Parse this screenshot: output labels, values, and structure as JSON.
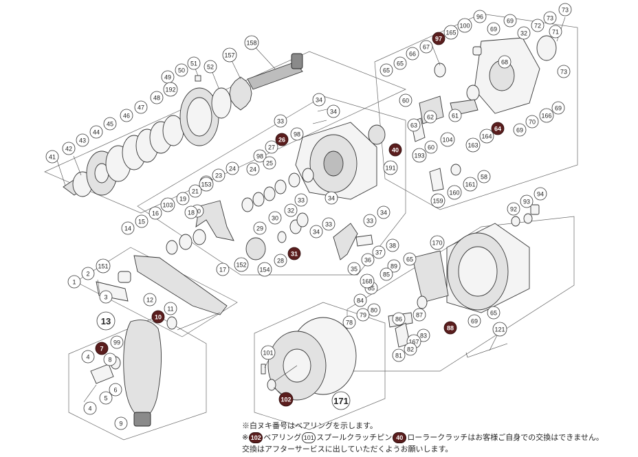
{
  "callouts": [
    {
      "id": "c158",
      "label": "158",
      "bearing": false
    },
    {
      "id": "c157",
      "label": "157",
      "bearing": false
    },
    {
      "id": "c52",
      "label": "52",
      "bearing": false
    },
    {
      "id": "c51",
      "label": "51",
      "bearing": false
    },
    {
      "id": "c50",
      "label": "50",
      "bearing": false
    },
    {
      "id": "c49",
      "label": "49",
      "bearing": false
    },
    {
      "id": "c192",
      "label": "192",
      "bearing": false
    },
    {
      "id": "c48",
      "label": "48",
      "bearing": false
    },
    {
      "id": "c47",
      "label": "47",
      "bearing": false
    },
    {
      "id": "c46",
      "label": "46",
      "bearing": false
    },
    {
      "id": "c45",
      "label": "45",
      "bearing": false
    },
    {
      "id": "c44",
      "label": "44",
      "bearing": false
    },
    {
      "id": "c43",
      "label": "43",
      "bearing": false
    },
    {
      "id": "c42",
      "label": "42",
      "bearing": false
    },
    {
      "id": "c41",
      "label": "41",
      "bearing": false
    },
    {
      "id": "c34a",
      "label": "34",
      "bearing": false
    },
    {
      "id": "c34b",
      "label": "34",
      "bearing": false
    },
    {
      "id": "c33a",
      "label": "33",
      "bearing": false
    },
    {
      "id": "c26",
      "label": "26",
      "bearing": true
    },
    {
      "id": "c40",
      "label": "40",
      "bearing": true
    },
    {
      "id": "c191",
      "label": "191",
      "bearing": false
    },
    {
      "id": "c98a",
      "label": "98",
      "bearing": false
    },
    {
      "id": "c98b",
      "label": "98",
      "bearing": false
    },
    {
      "id": "c27",
      "label": "27",
      "bearing": false
    },
    {
      "id": "c25",
      "label": "25",
      "bearing": false
    },
    {
      "id": "c24a",
      "label": "24",
      "bearing": false
    },
    {
      "id": "c24b",
      "label": "24",
      "bearing": false
    },
    {
      "id": "c23",
      "label": "23",
      "bearing": false
    },
    {
      "id": "c22",
      "label": "22",
      "bearing": false
    },
    {
      "id": "c153",
      "label": "153",
      "bearing": false
    },
    {
      "id": "c21",
      "label": "21",
      "bearing": false
    },
    {
      "id": "c19",
      "label": "19",
      "bearing": false
    },
    {
      "id": "c20",
      "label": "20",
      "bearing": false
    },
    {
      "id": "c18",
      "label": "18",
      "bearing": false
    },
    {
      "id": "c103",
      "label": "103",
      "bearing": false
    },
    {
      "id": "c16",
      "label": "16",
      "bearing": false
    },
    {
      "id": "c15",
      "label": "15",
      "bearing": false
    },
    {
      "id": "c14",
      "label": "14",
      "bearing": false
    },
    {
      "id": "c17",
      "label": "17",
      "bearing": false
    },
    {
      "id": "c152",
      "label": "152",
      "bearing": false
    },
    {
      "id": "c154",
      "label": "154",
      "bearing": false
    },
    {
      "id": "c28",
      "label": "28",
      "bearing": false
    },
    {
      "id": "c31",
      "label": "31",
      "bearing": true
    },
    {
      "id": "c29",
      "label": "29",
      "bearing": false
    },
    {
      "id": "c30",
      "label": "30",
      "bearing": false
    },
    {
      "id": "c32",
      "label": "32",
      "bearing": false
    },
    {
      "id": "c33b",
      "label": "33",
      "bearing": false
    },
    {
      "id": "c33c",
      "label": "33",
      "bearing": false
    },
    {
      "id": "c33d",
      "label": "33",
      "bearing": false
    },
    {
      "id": "c34c",
      "label": "34",
      "bearing": false
    },
    {
      "id": "c34d",
      "label": "34",
      "bearing": false
    },
    {
      "id": "c34e",
      "label": "34",
      "bearing": false
    },
    {
      "id": "c35",
      "label": "35",
      "bearing": false
    },
    {
      "id": "c36",
      "label": "36",
      "bearing": false
    },
    {
      "id": "c37",
      "label": "37",
      "bearing": false
    },
    {
      "id": "c38",
      "label": "38",
      "bearing": false
    },
    {
      "id": "c151",
      "label": "151",
      "bearing": false
    },
    {
      "id": "c2",
      "label": "2",
      "bearing": false
    },
    {
      "id": "c1",
      "label": "1",
      "bearing": false
    },
    {
      "id": "c3",
      "label": "3",
      "bearing": false
    },
    {
      "id": "c12",
      "label": "12",
      "bearing": false
    },
    {
      "id": "c11",
      "label": "11",
      "bearing": false
    },
    {
      "id": "c10",
      "label": "10",
      "bearing": true
    },
    {
      "id": "c13",
      "label": "13",
      "bearing": false,
      "large": true
    },
    {
      "id": "c7",
      "label": "7",
      "bearing": true
    },
    {
      "id": "c99",
      "label": "99",
      "bearing": false
    },
    {
      "id": "c8",
      "label": "8",
      "bearing": false
    },
    {
      "id": "c4a",
      "label": "4",
      "bearing": false
    },
    {
      "id": "c4b",
      "label": "4",
      "bearing": false
    },
    {
      "id": "c5",
      "label": "5",
      "bearing": false
    },
    {
      "id": "c6",
      "label": "6",
      "bearing": false
    },
    {
      "id": "c9",
      "label": "9",
      "bearing": false
    },
    {
      "id": "c96",
      "label": "96",
      "bearing": false
    },
    {
      "id": "c100",
      "label": "100",
      "bearing": false
    },
    {
      "id": "c165",
      "label": "165",
      "bearing": false
    },
    {
      "id": "c97",
      "label": "97",
      "bearing": true
    },
    {
      "id": "c67",
      "label": "67",
      "bearing": false
    },
    {
      "id": "c66",
      "label": "66",
      "bearing": false
    },
    {
      "id": "c65a",
      "label": "65",
      "bearing": false
    },
    {
      "id": "c65b",
      "label": "65",
      "bearing": false
    },
    {
      "id": "c69a",
      "label": "69",
      "bearing": false
    },
    {
      "id": "c69b",
      "label": "69",
      "bearing": false
    },
    {
      "id": "c69c",
      "label": "69",
      "bearing": false
    },
    {
      "id": "c69d",
      "label": "69",
      "bearing": false
    },
    {
      "id": "c73a",
      "label": "73",
      "bearing": false
    },
    {
      "id": "c73b",
      "label": "73",
      "bearing": false
    },
    {
      "id": "c73c",
      "label": "73",
      "bearing": false
    },
    {
      "id": "c72",
      "label": "72",
      "bearing": false
    },
    {
      "id": "c71",
      "label": "71",
      "bearing": false
    },
    {
      "id": "c32b",
      "label": "32",
      "bearing": false
    },
    {
      "id": "c68",
      "label": "68",
      "bearing": false
    },
    {
      "id": "c60a",
      "label": "60",
      "bearing": false
    },
    {
      "id": "c60b",
      "label": "60",
      "bearing": false
    },
    {
      "id": "c62",
      "label": "62",
      "bearing": false
    },
    {
      "id": "c63",
      "label": "63",
      "bearing": false
    },
    {
      "id": "c61",
      "label": "61",
      "bearing": false
    },
    {
      "id": "c64",
      "label": "64",
      "bearing": true
    },
    {
      "id": "c166",
      "label": "166",
      "bearing": false
    },
    {
      "id": "c70",
      "label": "70",
      "bearing": false
    },
    {
      "id": "c104",
      "label": "104",
      "bearing": false
    },
    {
      "id": "c163",
      "label": "163",
      "bearing": false
    },
    {
      "id": "c164",
      "label": "164",
      "bearing": false
    },
    {
      "id": "c193",
      "label": "193",
      "bearing": false
    },
    {
      "id": "c58",
      "label": "58",
      "bearing": false
    },
    {
      "id": "c161",
      "label": "161",
      "bearing": false
    },
    {
      "id": "c160",
      "label": "160",
      "bearing": false
    },
    {
      "id": "c159",
      "label": "159",
      "bearing": false
    },
    {
      "id": "c94",
      "label": "94",
      "bearing": false
    },
    {
      "id": "c93",
      "label": "93",
      "bearing": false
    },
    {
      "id": "c92",
      "label": "92",
      "bearing": false
    },
    {
      "id": "c170",
      "label": "170",
      "bearing": false
    },
    {
      "id": "c65c",
      "label": "65",
      "bearing": false
    },
    {
      "id": "c65d",
      "label": "65",
      "bearing": false
    },
    {
      "id": "c89",
      "label": "89",
      "bearing": false
    },
    {
      "id": "c85a",
      "label": "85",
      "bearing": false
    },
    {
      "id": "c85b",
      "label": "85",
      "bearing": false
    },
    {
      "id": "c168",
      "label": "168",
      "bearing": false
    },
    {
      "id": "c84",
      "label": "84",
      "bearing": false
    },
    {
      "id": "c80",
      "label": "80",
      "bearing": false
    },
    {
      "id": "c86",
      "label": "86",
      "bearing": false
    },
    {
      "id": "c87",
      "label": "87",
      "bearing": false
    },
    {
      "id": "c88",
      "label": "88",
      "bearing": true
    },
    {
      "id": "c69e",
      "label": "69",
      "bearing": false
    },
    {
      "id": "c79",
      "label": "79",
      "bearing": false
    },
    {
      "id": "c78",
      "label": "78",
      "bearing": false
    },
    {
      "id": "c83",
      "label": "83",
      "bearing": false
    },
    {
      "id": "c167",
      "label": "167",
      "bearing": false
    },
    {
      "id": "c81",
      "label": "81",
      "bearing": false
    },
    {
      "id": "c82",
      "label": "82",
      "bearing": false
    },
    {
      "id": "c121",
      "label": "121",
      "bearing": false
    },
    {
      "id": "c101",
      "label": "101",
      "bearing": false
    },
    {
      "id": "c102",
      "label": "102",
      "bearing": true
    },
    {
      "id": "c171",
      "label": "171",
      "bearing": false,
      "large": true
    }
  ],
  "notes": {
    "line1": "※白ヌキ番号はベアリングを示します。",
    "line2_prefix": "※",
    "chip_102": "102",
    "line2_a": "ベアリング",
    "chip_101": "101",
    "line2_b": "スプールクラッチピン",
    "chip_40": "40",
    "line2_c": "ローラークラッチはお客様ご自身での交換はできません。",
    "line3": "交換はアフターサービスに出していただくようお願いします。"
  }
}
